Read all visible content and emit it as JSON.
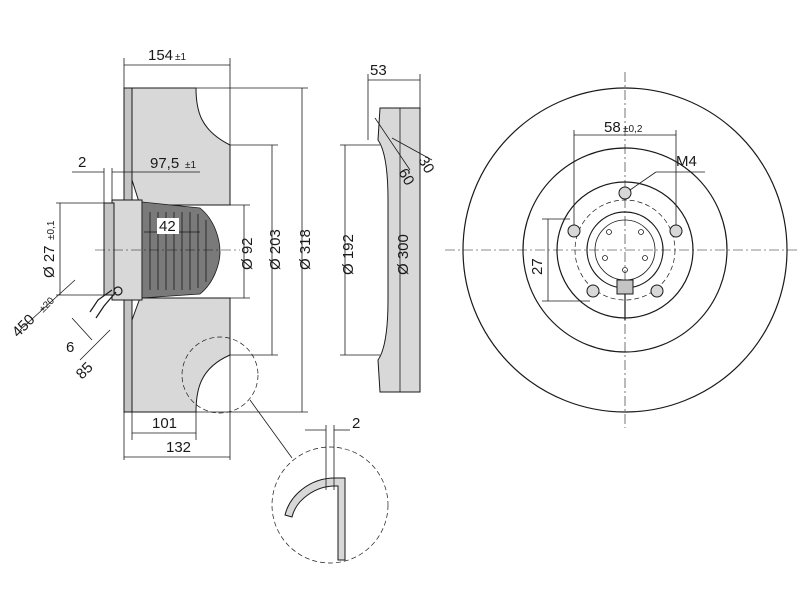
{
  "dimensions": {
    "overall_length": "154",
    "overall_length_tol": "±1",
    "mount_offset": "2",
    "motor_length": "97,5",
    "motor_length_tol": "±1",
    "hub_width": "42",
    "shaft_dia": "Ø 27",
    "shaft_dia_tol": "±0,1",
    "cable_length": "450",
    "cable_length_tol": "±20",
    "cable_strip": "6",
    "cable_end": "85",
    "inlet_depth": "101",
    "base_depth": "132",
    "dia_92": "Ø 92",
    "dia_203": "Ø 203",
    "dia_318": "Ø 318",
    "ring_width": "53",
    "angle_30": "30",
    "angle_60": "60",
    "dia_192": "Ø 192",
    "dia_300": "Ø 300",
    "wall_thickness": "2",
    "bolt_spacing": "58",
    "bolt_spacing_tol": "±0,2",
    "thread": "M4",
    "bolt_offset": "27"
  }
}
